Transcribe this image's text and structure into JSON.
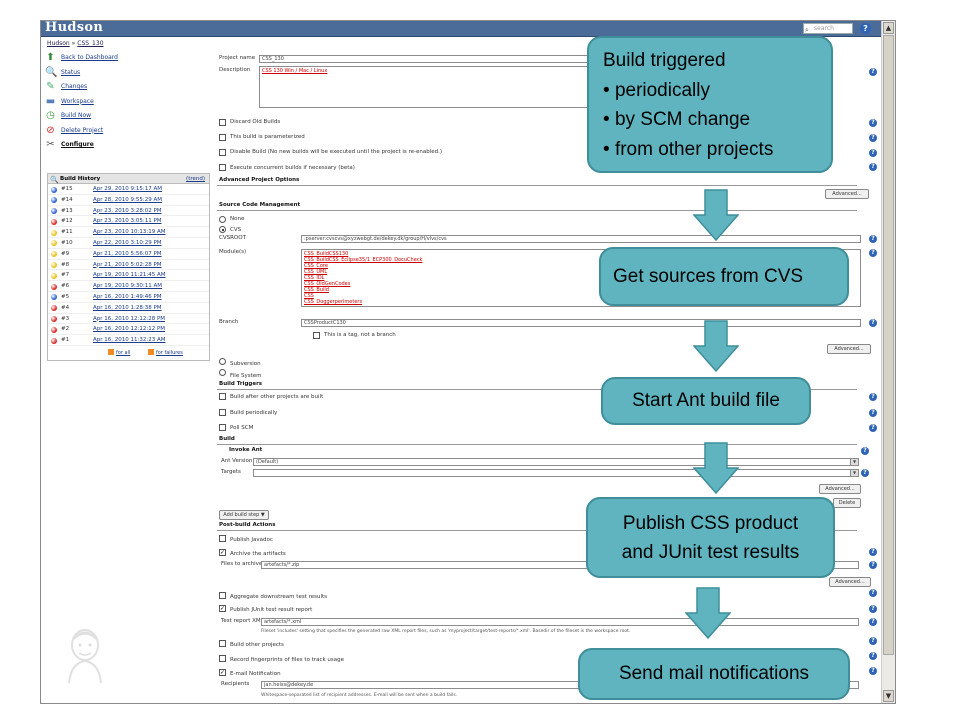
{
  "app": {
    "logo": "Hudson",
    "search_placeholder": "search",
    "breadcrumb": {
      "root": "Hudson",
      "sep": "»",
      "job": "CSS_130"
    }
  },
  "sidebar": {
    "links": [
      {
        "label": "Back to Dashboard",
        "icon": "up-arrow-icon"
      },
      {
        "label": "Status",
        "icon": "magnifier-icon"
      },
      {
        "label": "Changes",
        "icon": "notepad-icon"
      },
      {
        "label": "Workspace",
        "icon": "folder-icon"
      },
      {
        "label": "Build Now",
        "icon": "clock-icon"
      },
      {
        "label": "Delete Project",
        "icon": "no-entry-icon"
      },
      {
        "label": "Configure",
        "icon": "wrench-icon"
      }
    ],
    "build_history": {
      "title": "Build History",
      "trend_label": "(trend)",
      "builds": [
        {
          "num": "#15",
          "date": "Apr 29, 2010 9:15:17 AM",
          "status": "blue"
        },
        {
          "num": "#14",
          "date": "Apr 28, 2010 9:55:29 AM",
          "status": "blue"
        },
        {
          "num": "#13",
          "date": "Apr 23, 2010 3:28:02 PM",
          "status": "blue"
        },
        {
          "num": "#12",
          "date": "Apr 23, 2010 3:05:11 PM",
          "status": "red"
        },
        {
          "num": "#11",
          "date": "Apr 23, 2010 10:13:19 AM",
          "status": "yellow"
        },
        {
          "num": "#10",
          "date": "Apr 22, 2010 3:10:29 PM",
          "status": "yellow"
        },
        {
          "num": "#9",
          "date": "Apr 21, 2010 5:56:07 PM",
          "status": "yellow"
        },
        {
          "num": "#8",
          "date": "Apr 21, 2010 5:02:28 PM",
          "status": "yellow"
        },
        {
          "num": "#7",
          "date": "Apr 19, 2010 11:21:45 AM",
          "status": "yellow"
        },
        {
          "num": "#6",
          "date": "Apr 19, 2010 9:30:11 AM",
          "status": "red"
        },
        {
          "num": "#5",
          "date": "Apr 16, 2010 1:49:46 PM",
          "status": "blue"
        },
        {
          "num": "#4",
          "date": "Apr 16, 2010 1:28:38 PM",
          "status": "red"
        },
        {
          "num": "#3",
          "date": "Apr 16, 2010 12:12:28 PM",
          "status": "red"
        },
        {
          "num": "#2",
          "date": "Apr 16, 2010 12:12:12 PM",
          "status": "red"
        },
        {
          "num": "#1",
          "date": "Apr 16, 2010 11:32:23 AM",
          "status": "red"
        }
      ],
      "rss_all": "for all",
      "rss_failures": "for failures"
    }
  },
  "form": {
    "project_name_label": "Project name",
    "project_name_value": "CSS_130",
    "description_label": "Description",
    "description_value": "CSS 130 Win / Mac / Linux",
    "discard_old_builds": "Discard Old Builds",
    "parameterized": "This build is parameterized",
    "disable_build": "Disable Build (No new builds will be executed until the project is re-enabled.)",
    "concurrent": "Execute concurrent builds if necessary (beta)",
    "advanced_options_title": "Advanced Project Options",
    "advanced_button": "Advanced...",
    "scm_title": "Source Code Management",
    "scm_none": "None",
    "scm_cvs": "CVS",
    "cvsroot_label": "CVSROOT",
    "cvsroot_value": ":pserver:cvscvs@xyzwebgt.de/dekey.dk/group/H/vlvs/cvs",
    "modules_label": "Module(s)",
    "modules_value": "CSS_BuildCSS130\nCSS_BuildCSS_Eclipse35/1_ECP300_DocuCheck\nCSS_Core\nCSS_UML\nCSS_IDL\nCSS_OldGenCodes\nCSS_Build\nCSS\nCSS_Doggerperimeters",
    "branch_label": "Branch",
    "branch_value": "CSSProductC130",
    "tag_label": "This is a tag, not a branch",
    "scm_subversion": "Subversion",
    "scm_file_system": "File System",
    "triggers_title": "Build Triggers",
    "trigger_other": "Build after other projects are built",
    "trigger_periodic": "Build periodically",
    "trigger_scm": "Poll SCM",
    "build_title": "Build",
    "invoke_ant": "Invoke Ant",
    "ant_version_label": "Ant Version",
    "ant_version_value": "(Default)",
    "targets_label": "Targets",
    "delete_button": "Delete",
    "add_build_step": "Add build step",
    "post_build_title": "Post-build Actions",
    "publish_javadoc": "Publish Javadoc",
    "archive_artifacts": "Archive the artifacts",
    "files_to_archive_label": "Files to archive",
    "files_to_archive_value": "artefacts/*.zip",
    "aggregate": "Aggregate downstream test results",
    "publish_junit": "Publish JUnit test result report",
    "test_report_label": "Test report XMLs",
    "test_report_value": "artefacts/*.xml",
    "fileset_note": "Fileset 'includes' setting that specifies the generated raw XML report files, such as 'myproject/target/test-reports/*.xml'. Basedir of the fileset is the workspace root.",
    "build_other": "Build other projects",
    "fingerprints": "Record fingerprints of files to track usage",
    "email_notification": "E-mail Notification",
    "recipients_label": "Recipients",
    "recipients_value": "jan.heiss@dekey.de",
    "recipients_note": "Whitespace-separated list of recipient addresses. E-mail will be sent when a build fails."
  },
  "callouts": {
    "triggered": {
      "title": "Build triggered",
      "items": [
        "periodically",
        "by SCM change",
        "from other projects"
      ]
    },
    "cvs": "Get sources from CVS",
    "ant": "Start Ant build file",
    "publish_line1": "Publish CSS product",
    "publish_line2": "and JUnit test results",
    "mail": "Send mail notifications"
  },
  "colors": {
    "callout_fill": "#5fb4bf",
    "callout_border": "#3f8e9a",
    "hudson_bar": "#4b6b99",
    "ball_blue": "#2f63d6",
    "ball_red": "#d92b2b",
    "ball_yellow": "#e8c21c"
  }
}
